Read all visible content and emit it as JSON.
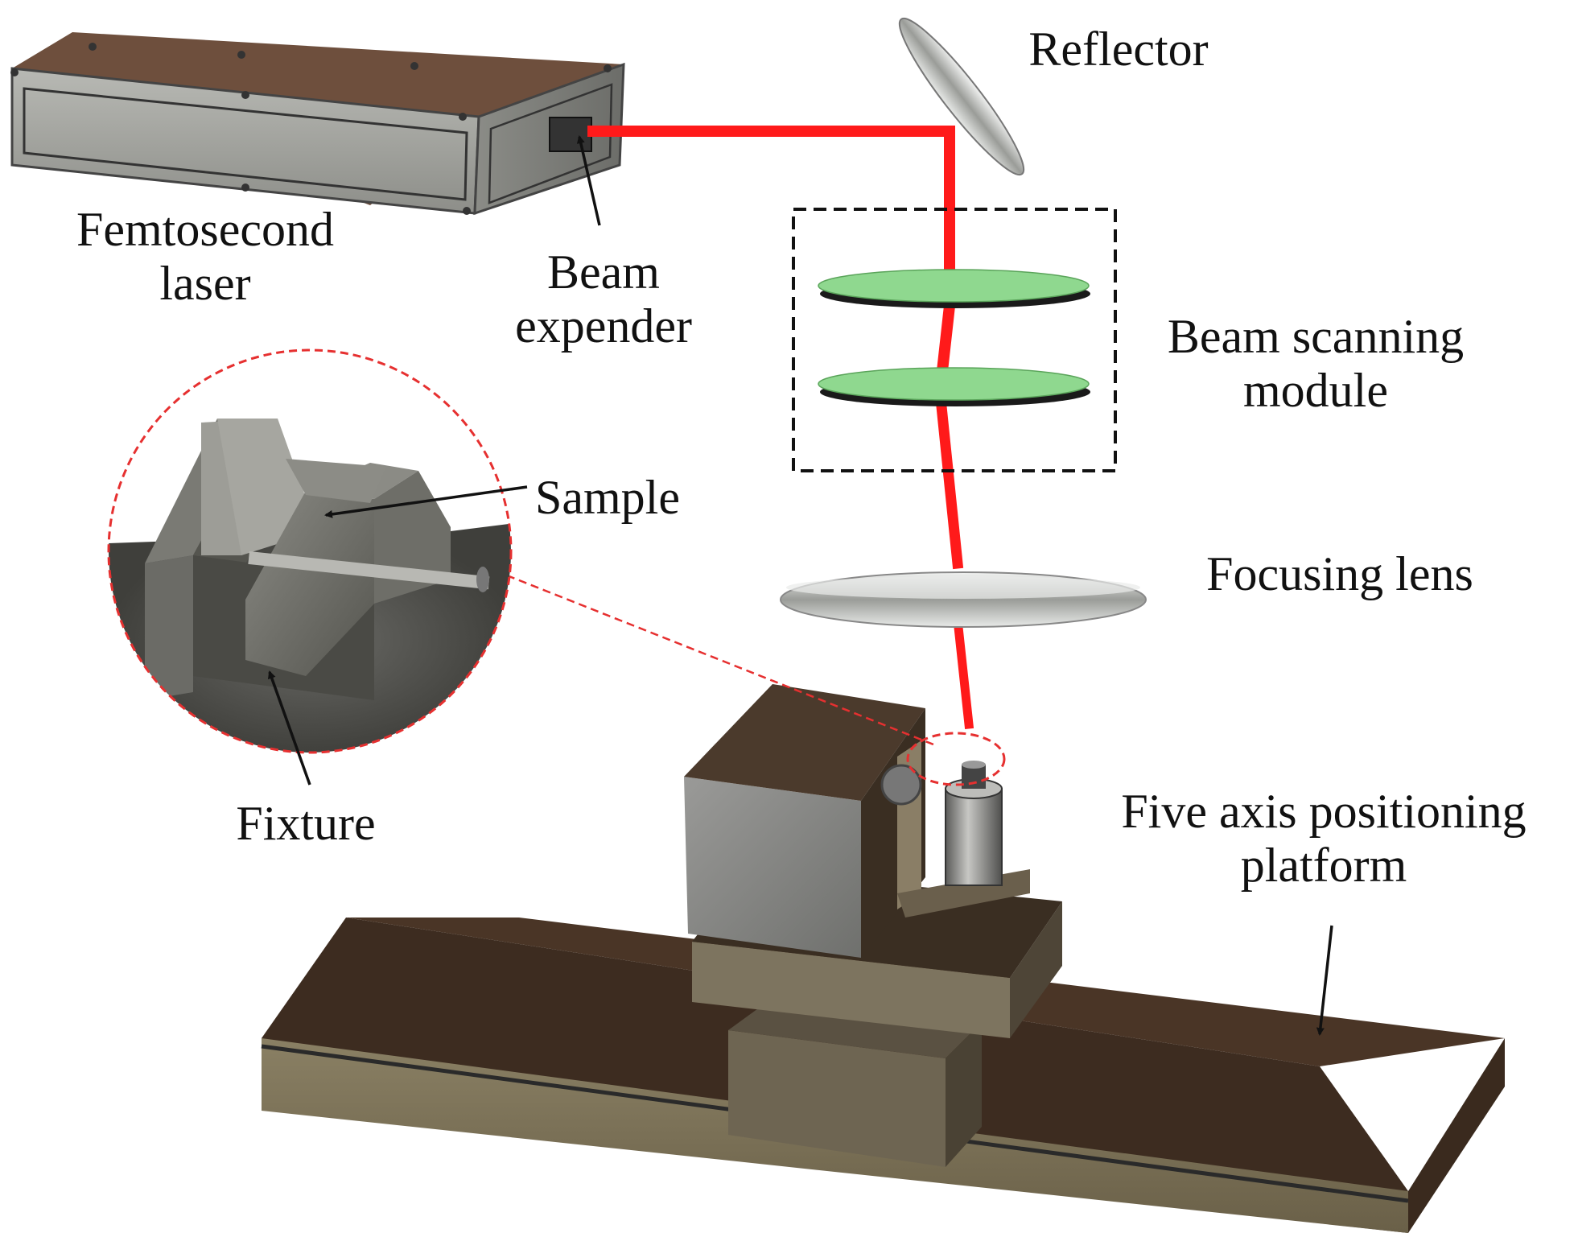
{
  "labels": {
    "femtosecond_laser": [
      "Femtosecond",
      "laser"
    ],
    "beam_expender": [
      "Beam",
      "expender"
    ],
    "reflector": "Reflector",
    "beam_scanning_module": [
      "Beam scanning",
      "module"
    ],
    "focusing_lens": "Focusing lens",
    "sample": "Sample",
    "fixture": "Fixture",
    "five_axis_platform": [
      "Five axis positioning",
      "platform"
    ]
  },
  "colors": {
    "laser_beam": "#ff1a1a",
    "scanning_mirror": "#8fd88f",
    "callout_circle": "#e63030",
    "dashed_box": "#111111",
    "laser_body_front": "#a9aaa5",
    "laser_body_top": "#6e4f3d",
    "platform_base": "#7a6f55",
    "platform_top": "#4a3526"
  },
  "icons": {
    "femtosecond_laser": "laser-box-icon",
    "reflector": "mirror-icon",
    "focusing_lens": "lens-icon",
    "fixture": "vise-icon",
    "five_axis_platform": "stage-icon"
  }
}
